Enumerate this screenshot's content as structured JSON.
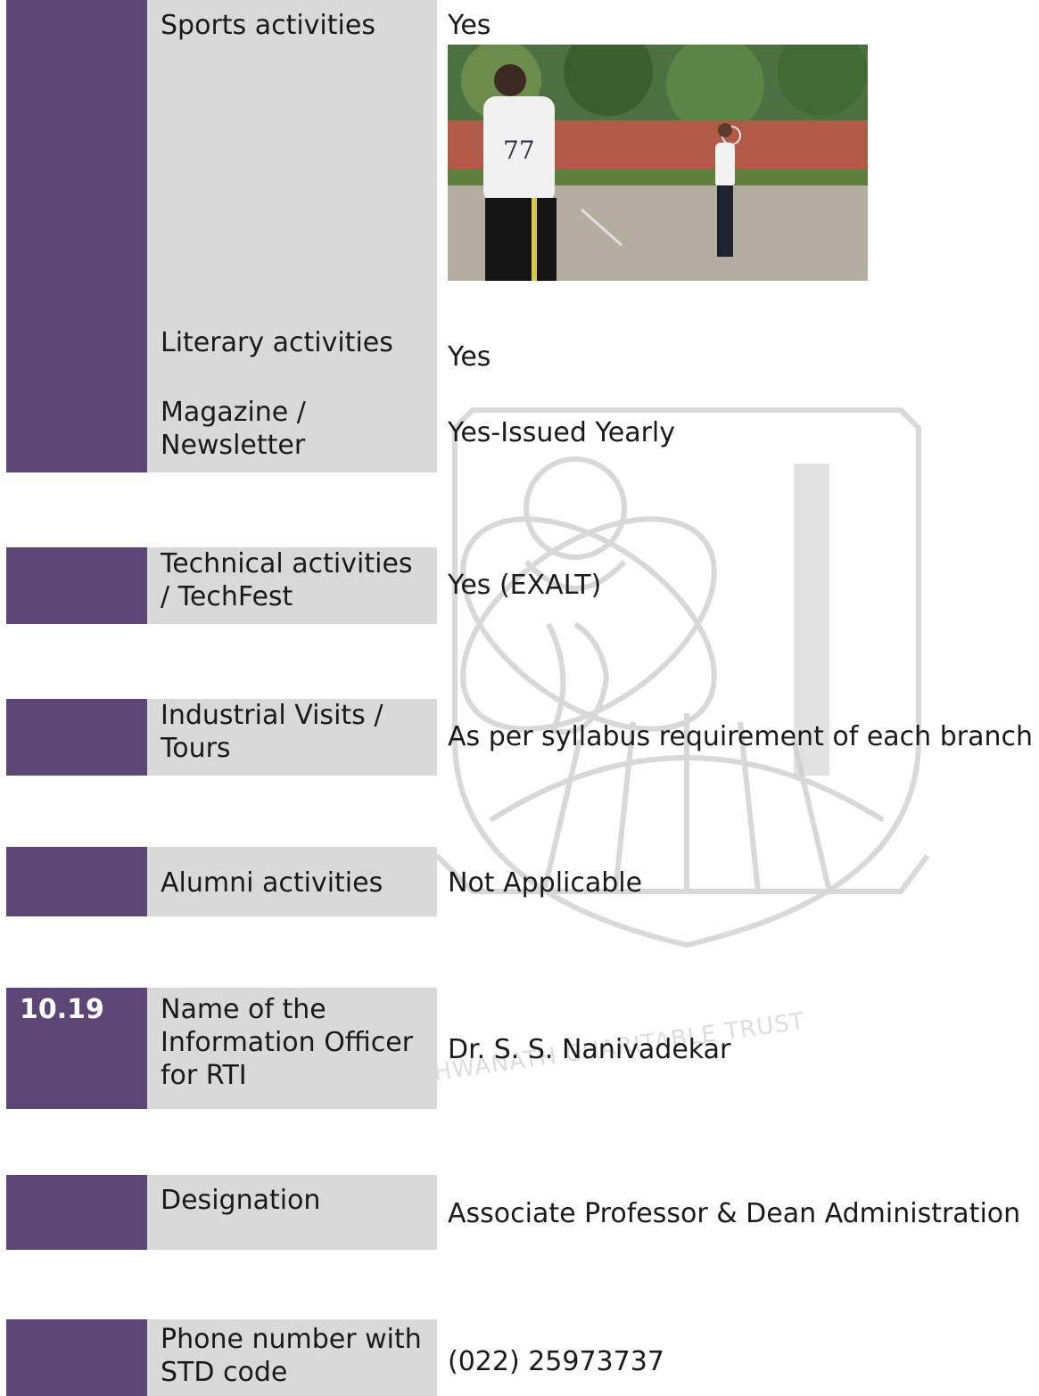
{
  "rows": [
    {
      "number": "",
      "label": "Sports activities",
      "value": "Yes"
    },
    {
      "number": "",
      "label": "Literary activities",
      "value": "Yes"
    },
    {
      "number": "",
      "label": "Magazine / Newsletter",
      "value": "Yes-Issued Yearly"
    },
    {
      "number": "",
      "label": "Technical activities / TechFest",
      "value": "Yes (EXALT)"
    },
    {
      "number": "",
      "label": "Industrial Visits / Tours",
      "value": "As per syllabus requirement of each branch"
    },
    {
      "number": "",
      "label": "Alumni activities",
      "value": "Not Applicable"
    },
    {
      "number": "10.19",
      "label": "Name of the Information Officer for RTI",
      "value": "Dr. S. S. Nanivadekar"
    },
    {
      "number": "",
      "label": "Designation",
      "value": "Associate Professor & Dean Administration"
    },
    {
      "number": "",
      "label": "Phone number with STD code",
      "value": "(022) 25973737"
    }
  ],
  "watermark": {
    "text": "VISHWANATH CHARITABLE TRUST"
  },
  "photo": {
    "description": "badminton",
    "jersey_number": "77"
  }
}
